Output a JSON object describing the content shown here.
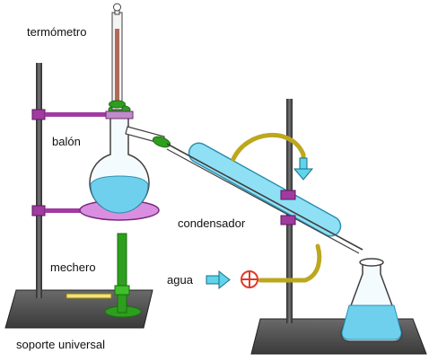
{
  "labels": {
    "thermometer": "termómetro",
    "flask": "balón",
    "condenser": "condensador",
    "burner": "mechero",
    "water": "agua",
    "stand": "soporte universal"
  },
  "colors": {
    "stand": "#3a3a3a",
    "clamp": "#a13aa1",
    "liquid": "#6fd0ee",
    "glass_outline": "#404040",
    "condenser_jacket": "#8fe0f5",
    "tubing": "#bda71e",
    "burner": "#2e9e1e",
    "ring": "#d98ee0",
    "thermometer_column": "#b06a5a",
    "valve": "#e03a2a",
    "flow_arrow": "#5fd4ea"
  }
}
